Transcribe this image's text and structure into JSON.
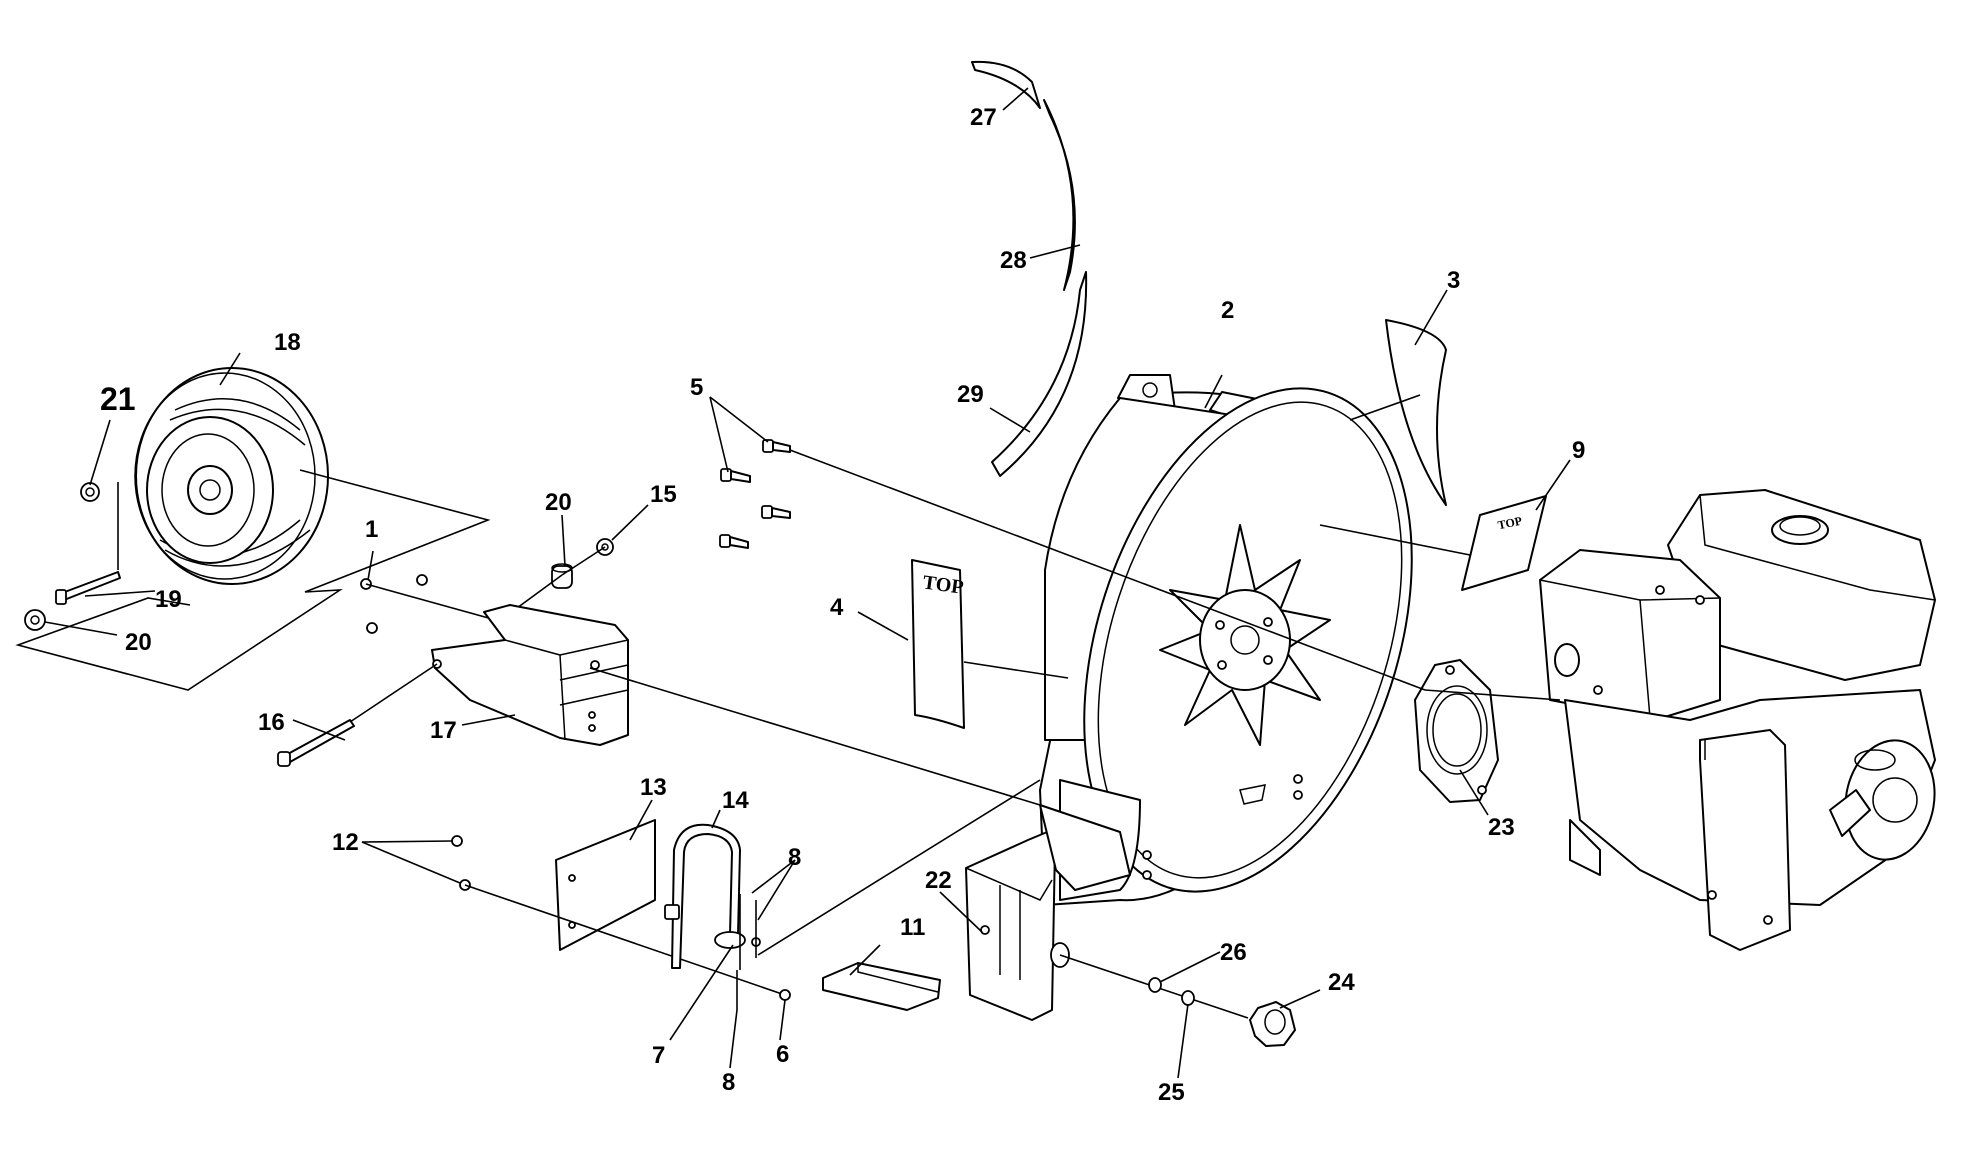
{
  "callouts": [
    {
      "id": "1",
      "label": "1"
    },
    {
      "id": "2",
      "label": "2"
    },
    {
      "id": "3",
      "label": "3"
    },
    {
      "id": "4",
      "label": "4"
    },
    {
      "id": "5",
      "label": "5"
    },
    {
      "id": "6",
      "label": "6"
    },
    {
      "id": "7",
      "label": "7"
    },
    {
      "id": "8a",
      "label": "8"
    },
    {
      "id": "8b",
      "label": "8"
    },
    {
      "id": "9",
      "label": "9"
    },
    {
      "id": "11",
      "label": "11"
    },
    {
      "id": "12",
      "label": "12"
    },
    {
      "id": "13",
      "label": "13"
    },
    {
      "id": "14",
      "label": "14"
    },
    {
      "id": "15",
      "label": "15"
    },
    {
      "id": "16",
      "label": "16"
    },
    {
      "id": "17",
      "label": "17"
    },
    {
      "id": "18",
      "label": "18"
    },
    {
      "id": "19",
      "label": "19"
    },
    {
      "id": "20a",
      "label": "20"
    },
    {
      "id": "20b",
      "label": "20"
    },
    {
      "id": "21",
      "label": "21"
    },
    {
      "id": "22",
      "label": "22"
    },
    {
      "id": "23",
      "label": "23"
    },
    {
      "id": "24",
      "label": "24"
    },
    {
      "id": "25",
      "label": "25"
    },
    {
      "id": "26",
      "label": "26"
    },
    {
      "id": "27",
      "label": "27"
    },
    {
      "id": "28",
      "label": "28"
    },
    {
      "id": "29",
      "label": "29"
    }
  ],
  "decals": {
    "top_large": "TOP",
    "top_small": "TOP"
  }
}
